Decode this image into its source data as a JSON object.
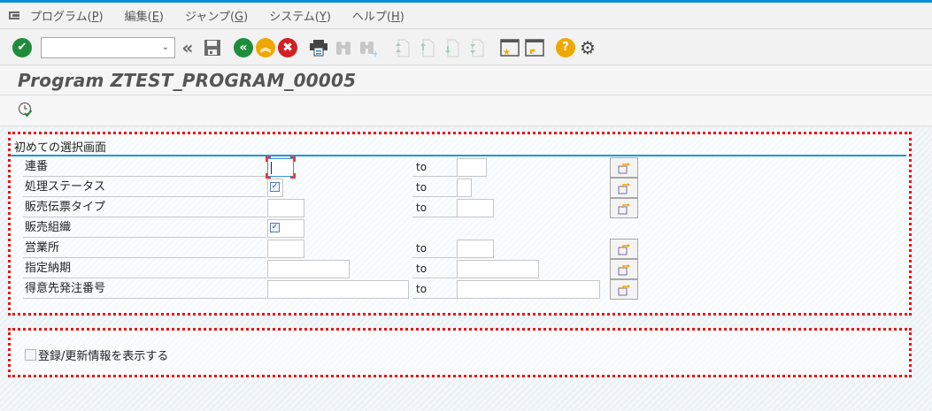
{
  "menubar": {
    "items": [
      {
        "label": "プログラム(",
        "key": "P",
        "suffix": ")"
      },
      {
        "label": "編集(",
        "key": "E",
        "suffix": ")"
      },
      {
        "label": "ジャンプ(",
        "key": "G",
        "suffix": ")"
      },
      {
        "label": "システム(",
        "key": "Y",
        "suffix": ")"
      },
      {
        "label": "ヘルプ(",
        "key": "H",
        "suffix": ")"
      }
    ]
  },
  "toolbar": {
    "command_field_value": "",
    "icons": [
      "enter-check-icon",
      "command-field",
      "collapse-icon",
      "save-icon",
      "back-icon",
      "exit-icon",
      "cancel-icon",
      "print-icon",
      "find-icon",
      "find-next-icon",
      "first-page-icon",
      "previous-page-icon",
      "next-page-icon",
      "last-page-icon",
      "new-session-icon",
      "shortcut-icon",
      "help-icon",
      "settings-icon"
    ],
    "colors": {
      "green": "#1e8c3a",
      "orange": "#f0a800",
      "red": "#d21f26"
    }
  },
  "title": {
    "text": "Program ZTEST_PROGRAM_00005"
  },
  "appbar": {
    "execute_icon": "execute-clock-icon"
  },
  "selection_screen": {
    "title": "初めての選択画面",
    "to_label": "to",
    "rows": [
      {
        "label": "連番",
        "low": "",
        "high": "",
        "has_range": true
      },
      {
        "label": "処理ステータス",
        "low": "☑",
        "high": "",
        "has_range": true
      },
      {
        "label": "販売伝票タイプ",
        "low": "",
        "high": "",
        "has_range": true
      },
      {
        "label": "販売組織",
        "low": "☑",
        "has_range": false
      },
      {
        "label": "営業所",
        "low": "",
        "high": "",
        "has_range": true
      },
      {
        "label": "指定納期",
        "low": "",
        "high": "",
        "has_range": true
      },
      {
        "label": "得意先発注番号",
        "low": "",
        "high": "",
        "has_range": true
      }
    ]
  },
  "options": {
    "checkbox_label": "登録/更新情報を表示する",
    "checked": false
  }
}
